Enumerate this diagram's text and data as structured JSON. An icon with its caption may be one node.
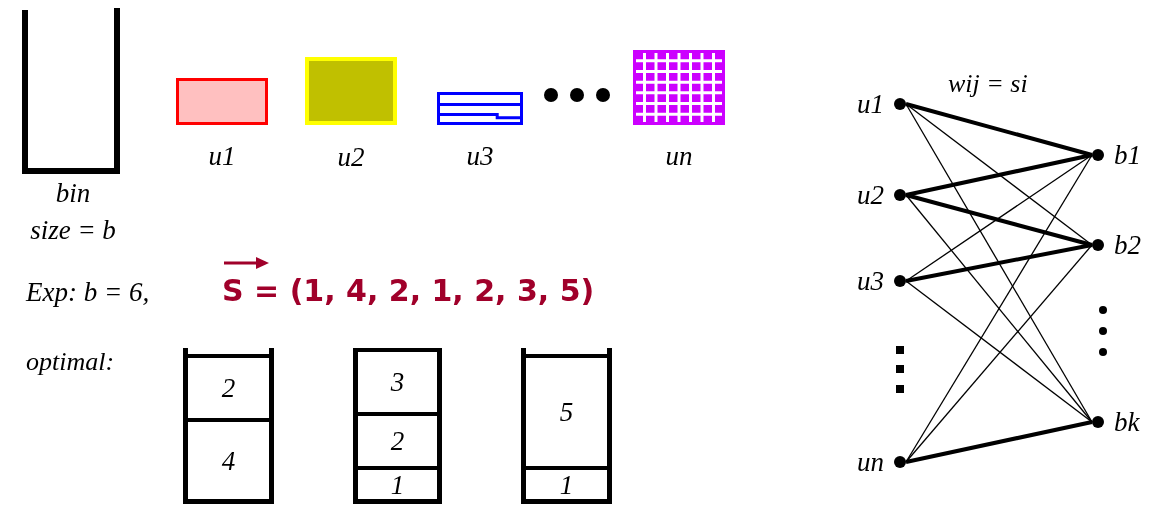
{
  "diagram": {
    "nodes": [
      {
        "text": [
          "bin",
          "size = b"
        ]
      },
      {
        "text": [
          "u1"
        ]
      },
      {
        "text": [
          "u2"
        ]
      },
      {
        "text": [
          "u3"
        ]
      },
      {
        "text": [
          "un"
        ]
      },
      {
        "text": [],
        "shape": "box"
      },
      {
        "text": [
          "2"
        ],
        "in": 5
      },
      {
        "text": [
          "4"
        ],
        "in": 5
      },
      {
        "text": [],
        "shape": "box"
      },
      {
        "text": [
          "3"
        ],
        "in": 8
      },
      {
        "text": [
          "2"
        ],
        "in": 8
      },
      {
        "text": [
          "1"
        ],
        "in": 8
      },
      {
        "text": [],
        "shape": "box"
      },
      {
        "text": [
          "5"
        ],
        "in": 12
      },
      {
        "text": [
          "1"
        ],
        "in": 12
      },
      {
        "text": [
          "u1"
        ]
      },
      {
        "text": [
          "u2"
        ]
      },
      {
        "text": [
          "u3"
        ]
      },
      {
        "text": [
          "un"
        ]
      },
      {
        "text": [
          "b1"
        ]
      },
      {
        "text": [
          "b2"
        ]
      },
      {
        "text": [
          "bk"
        ]
      }
    ],
    "edges": [
      {
        "from": 15,
        "to": 19,
        "arrow": "none",
        "style": "thick"
      },
      {
        "from": 15,
        "to": 20,
        "arrow": "none"
      },
      {
        "from": 15,
        "to": 21,
        "arrow": "none"
      },
      {
        "from": 16,
        "to": 19,
        "arrow": "none",
        "style": "thick"
      },
      {
        "from": 16,
        "to": 20,
        "arrow": "none",
        "style": "thick"
      },
      {
        "from": 16,
        "to": 21,
        "arrow": "none"
      },
      {
        "from": 17,
        "to": 19,
        "arrow": "none"
      },
      {
        "from": 17,
        "to": 20,
        "arrow": "none",
        "style": "thick"
      },
      {
        "from": 17,
        "to": 21,
        "arrow": "none"
      },
      {
        "from": 18,
        "to": 19,
        "arrow": "none"
      },
      {
        "from": 18,
        "to": 20,
        "arrow": "none"
      },
      {
        "from": 18,
        "to": 21,
        "arrow": "none",
        "style": "thick"
      }
    ],
    "labels": [
      "wij = si",
      "Exp: b = 6,",
      "S = (1, 4, 2, 1, 2, 3, 5)",
      "optimal:"
    ]
  }
}
